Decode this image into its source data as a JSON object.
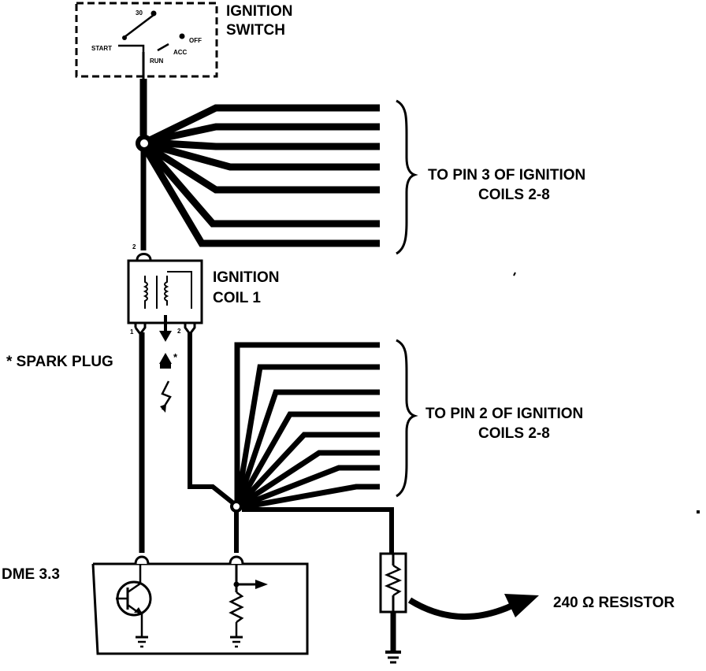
{
  "labels": {
    "ignition_switch": [
      "IGNITION",
      "SWITCH"
    ],
    "ignition_coil": [
      "IGNITION",
      "COIL 1"
    ],
    "spark_plug": "* SPARK PLUG",
    "to_pin3": [
      "TO PIN 3 OF IGNITION",
      "COILS 2-8"
    ],
    "to_pin2": [
      "TO PIN 2 OF IGNITION",
      "COILS 2-8"
    ],
    "dme": "DME 3.3",
    "resistor": "240 Ω RESISTOR"
  },
  "switch_positions": {
    "terminal": "30",
    "start": "START",
    "run": "RUN",
    "acc": "ACC",
    "off": "OFF"
  },
  "pin_labels": {
    "coil_top": "2",
    "coil_bottom_left": "1",
    "coil_bottom_right": "2",
    "asterisk": "*"
  }
}
